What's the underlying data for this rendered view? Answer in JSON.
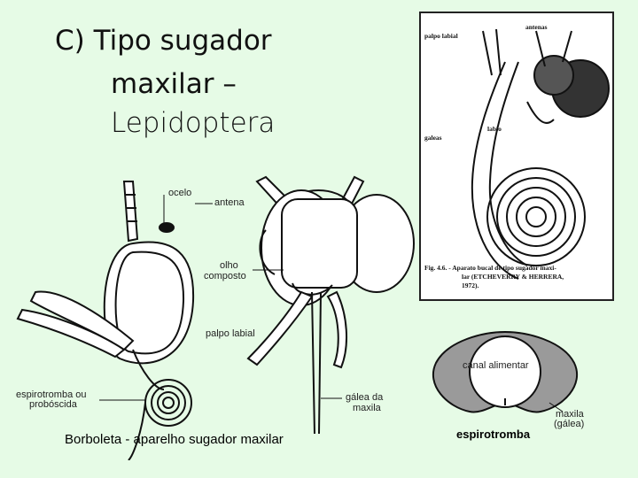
{
  "title": {
    "line1": "C) Tipo sugador",
    "line2": "maxilar –",
    "line3": "Lepidoptera"
  },
  "drawing": {
    "labels": {
      "ocelo": "ocelo",
      "antena": "antena",
      "olho1": "olho",
      "olho2": "composto",
      "palpo": "palpo labial",
      "espiro1": "espirotromba ou",
      "espiro2": "probóscida",
      "galea1": "gálea da",
      "galea2": "maxila"
    },
    "caption": "Borboleta - aparelho sugador maxilar"
  },
  "figure46": {
    "labels": {
      "palpo": "palpo labial",
      "antenas": "antenas",
      "labio": "labio",
      "galeas": "galeas"
    },
    "caption1": "Fig. 4.6. - Aparato bucal de tipo sugador maxi-",
    "caption2": "lar (ETCHEVERRY & HERRERA,",
    "caption3": "1972)."
  },
  "section": {
    "canal": "canal alimentar",
    "maxila1": "maxila",
    "maxila2": "(gálea)",
    "caption": "espirotromba"
  }
}
